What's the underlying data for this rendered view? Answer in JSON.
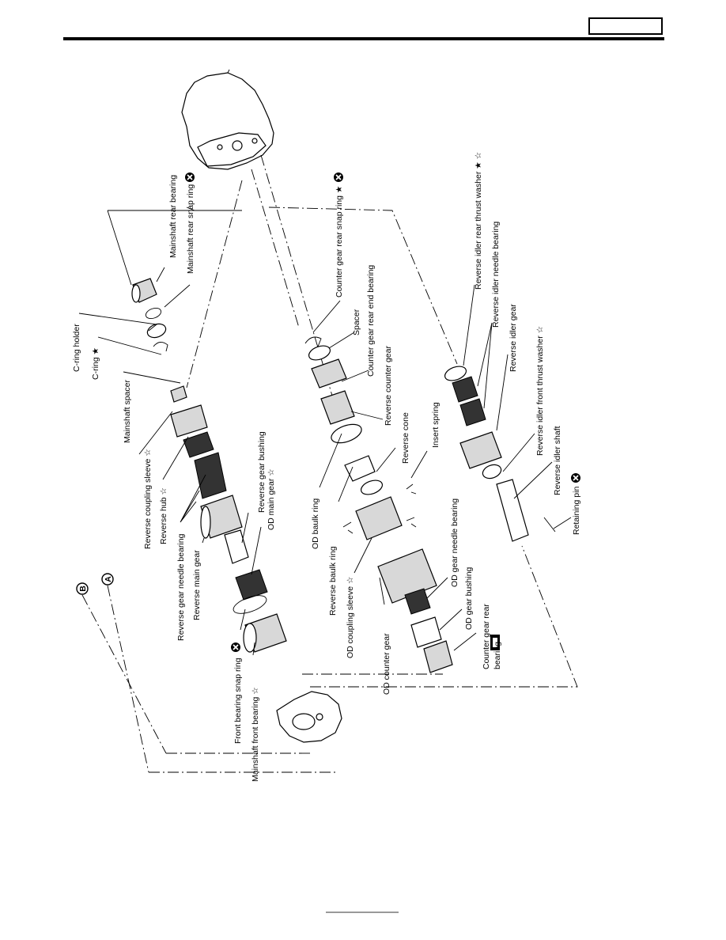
{
  "labels": {
    "mainshaft_rear_bearing": "Mainshaft rear bearing",
    "mainshaft_rear_snap_ring": "Mainshaft rear snap ring",
    "c_ring_holder": "C-ring holder",
    "c_ring": "C-ring ★",
    "mainshaft_spacer": "Mainshaft spacer",
    "reverse_coupling_sleeve": "Reverse coupling sleeve ☆",
    "reverse_hub": "Reverse hub ☆",
    "reverse_gear_needle_bearing": "Reverse gear needle bearing",
    "reverse_main_gear": "Reverse main gear",
    "reverse_gear_bushing": "Reverse gear bushing",
    "od_main_gear": "OD main gear ☆",
    "front_bearing_snap_ring": "Front bearing snap ring",
    "mainshaft_front_bearing": "Mainshaft front bearing ☆",
    "counter_gear_rear_snap_ring": "Counter gear rear snap ring ★",
    "spacer": "Spacer",
    "counter_gear_rear_end_bearing": "Counter gear rear end bearing",
    "reverse_counter_gear": "Reverse counter gear",
    "reverse_cone": "Reverse cone",
    "insert_spring": "Insert spring",
    "od_baulk_ring": "OD baulk ring",
    "reverse_baulk_ring": "Reverse baulk ring",
    "od_coupling_sleeve": "OD coupling sleeve ☆",
    "od_counter_gear": "OD counter gear",
    "od_gear_needle_bearing": "OD gear needle bearing",
    "od_gear_bushing": "OD gear bushing",
    "counter_gear_rear_bearing_1": "Counter gear rear",
    "counter_gear_rear_bearing_2": "bearing",
    "reverse_idler_rear_thrust_washer": "Reverse idler rear thrust washer ★ ☆",
    "reverse_idler_needle_bearing": "Reverse idler needle bearing",
    "reverse_idler_gear": "Reverse idler gear",
    "reverse_idler_front_thrust_washer": "Reverse idler front thrust washer ☆",
    "reverse_idler_shaft": "Reverse idler shaft",
    "retaining_pin": "Retaining pin",
    "ref_a": "A",
    "ref_b": "B"
  },
  "icons": {
    "do_not_reuse": "circled-x-icon",
    "grease_apply": "grease-icon"
  }
}
